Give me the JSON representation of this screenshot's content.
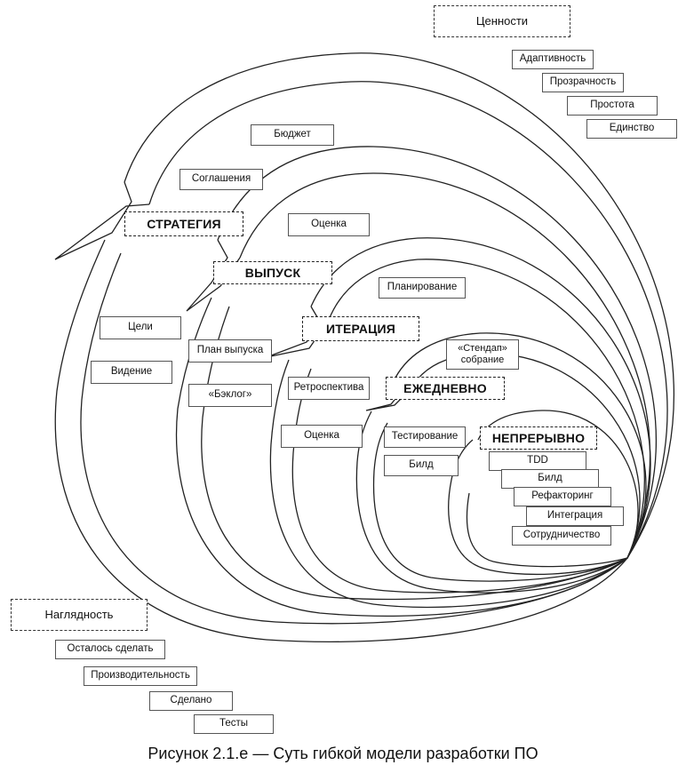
{
  "caption": "Рисунок 2.1.е — Суть гибкой модели разработки ПО",
  "values": {
    "title": "Ценности",
    "items": [
      "Адаптивность",
      "Прозрачность",
      "Простота",
      "Единство"
    ]
  },
  "visibility": {
    "title": "Наглядность",
    "items": [
      "Осталось сделать",
      "Производительность",
      "Сделано",
      "Тесты"
    ]
  },
  "strategy": {
    "stage": "СТРАТЕГИЯ",
    "items": [
      "Бюджет",
      "Соглашения",
      "Цели",
      "Видение"
    ]
  },
  "release": {
    "stage": "ВЫПУСК",
    "items": [
      "Оценка",
      "План выпуска",
      "«Бэклог»"
    ]
  },
  "iteration": {
    "stage": "ИТЕРАЦИЯ",
    "items": [
      "Планирование",
      "Ретроспектива",
      "Оценка"
    ]
  },
  "daily": {
    "stage": "ЕЖЕДНЕВНО",
    "items": [
      "«Стендап» собрание",
      "Тестирование",
      "Билд"
    ]
  },
  "continuous": {
    "stage": "НЕПРЕРЫВНО",
    "items": [
      "TDD",
      "Билд",
      "Рефакторинг",
      "Интеграция",
      "Сотрудничество"
    ]
  }
}
